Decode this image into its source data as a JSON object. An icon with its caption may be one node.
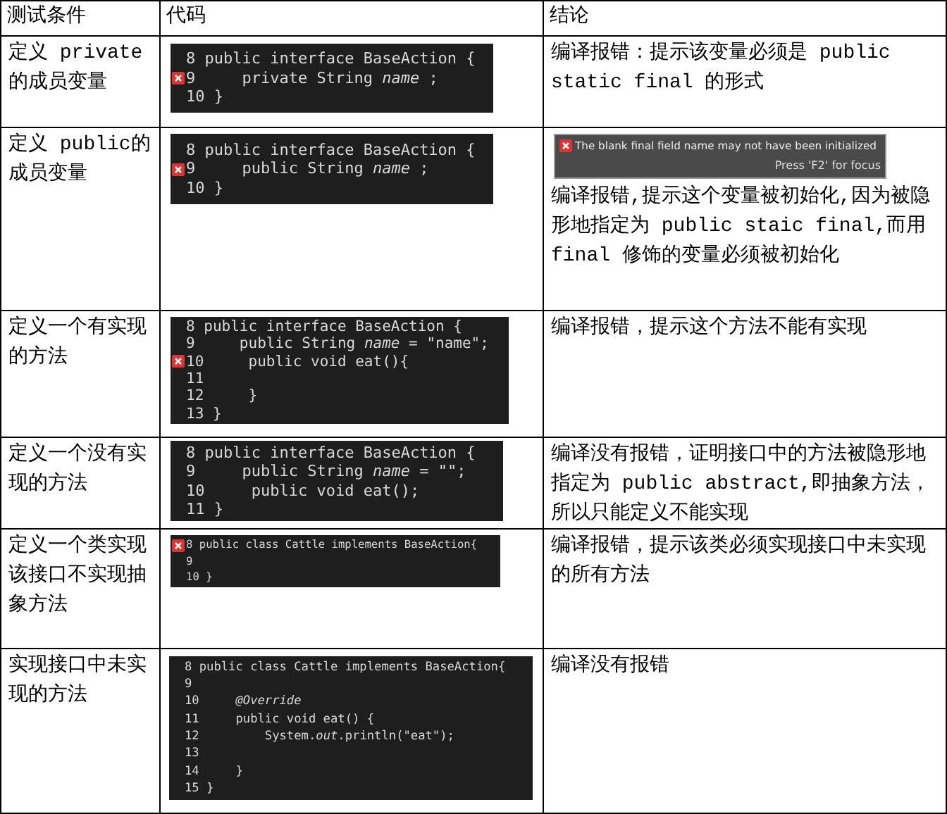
{
  "diagram": {
    "labels": [
      "测试条件",
      "代码",
      "结论",
      "定义 private的成员变量",
      "8 public interface BaseAction {",
      "9     private String *name* ;",
      "10 }",
      "编译报错：提示该变量必须是 public static final 的形式",
      "定义 public的成员变量",
      "8 public interface BaseAction {",
      "9     public String *name* ;",
      "10 }",
      "The blank final field name may not have been initialized",
      "Press 'F2' for focus",
      "编译报错,提示这个变量被初始化,因为被隐形地指定为 public staic final,而用 final 修饰的变量必须被初始化",
      "定义一个有实现的方法",
      "8 public interface BaseAction {",
      "9     public String *name* = \"name\";",
      "10     public void eat(){",
      "11",
      "12     }",
      "13 }",
      "编译报错，提示这个方法不能有实现",
      "定义一个没有实现的方法",
      "8 public interface BaseAction {",
      "9     public String *name* = \"\";",
      "10     public void eat();",
      "11 }",
      "编译没有报错，证明接口中的方法被隐形地指定为 public abstract,即抽象方法，所以只能定义不能实现",
      "定义一个类实现该接口不实现抽象方法",
      "8 public class Cattle implements BaseAction{",
      "9",
      "10 }",
      "编译报错，提示该类必须实现接口中未实现的所有方法",
      "实现接口中未实现的方法",
      "8 public class Cattle implements BaseAction{",
      "9",
      "10     *@Override*",
      "11     public void eat() {",
      "12         System.*out*.println(\"eat\");",
      "13",
      "14     }",
      "15 }",
      "编译没有报错"
    ]
  }
}
